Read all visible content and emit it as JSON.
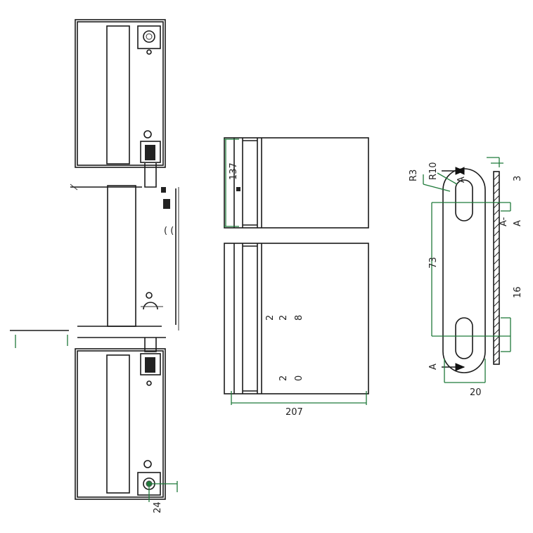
{
  "dimensions": {
    "d24": "24",
    "d137": "137",
    "d228": [
      "2",
      "2",
      "8"
    ],
    "d20_front": [
      "2",
      "0"
    ],
    "d207": "207",
    "r3": "R3",
    "r10": "R10",
    "d3": "3",
    "d73": "73",
    "d16": "16",
    "d20_side": "20"
  },
  "section_labels": {
    "a_left_top": "A",
    "a_left_bottom": "A",
    "a_right": "A",
    "a_right_small": "A-"
  },
  "colors": {
    "line": "#1a1a1a",
    "dimension": "#1f7a3a"
  }
}
